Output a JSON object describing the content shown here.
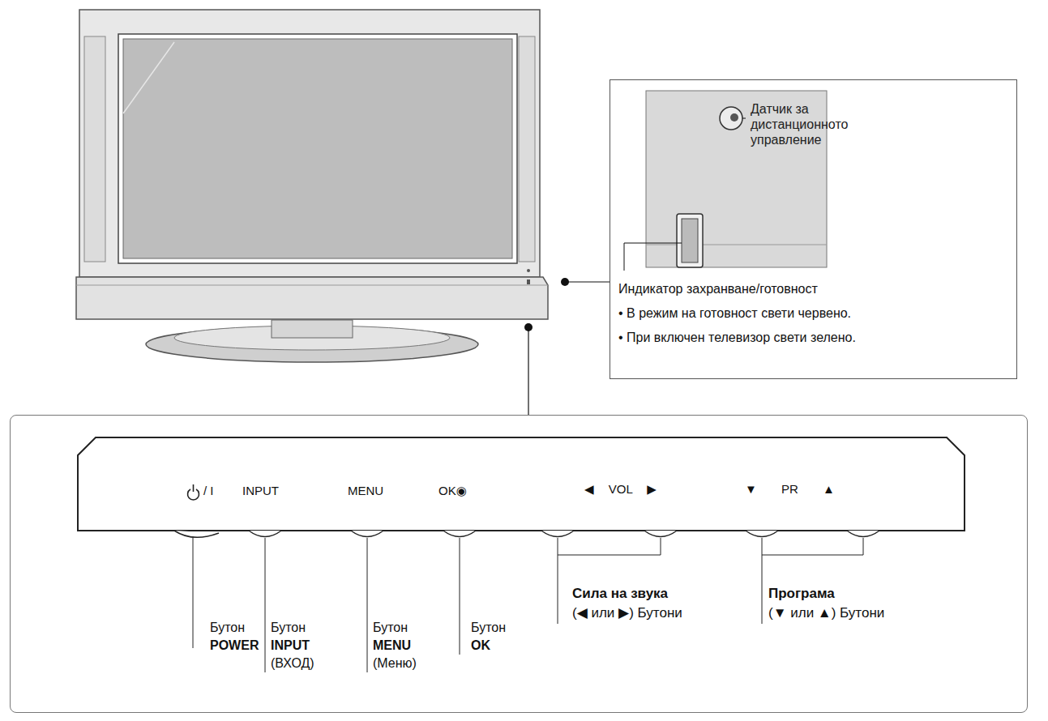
{
  "diagram": {
    "nodes": [
      {
        "text": [
          "Датчик за дистанционното управление",
          "Индикатор захранване/готовност",
          "• В режим на готовност свети червено.",
          "• При включен телевизор свети зелено."
        ]
      },
      {
        "text": [
          "/ I",
          "INPUT",
          "MENU",
          "OK◉",
          "◀ VOL ▶",
          "▼ PR ▲",
          "Бутон",
          "POWER",
          "Бутон",
          "INPUT",
          "(ВХОД)",
          "Бутон",
          "MENU",
          "(Меню)",
          "Бутон",
          "OK",
          "Сила на звука",
          "(◀ или ▶) Бутони",
          "Програма",
          "(▼ или ▲) Бутони"
        ]
      }
    ]
  }
}
